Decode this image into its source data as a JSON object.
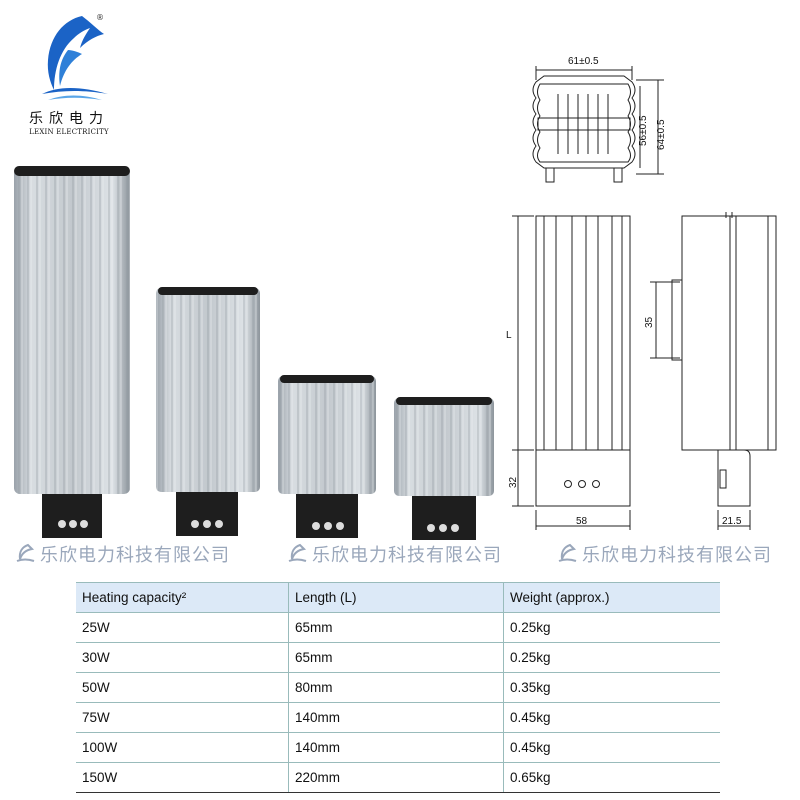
{
  "brand": {
    "name_cn": "乐欣电力",
    "name_en": "LEXIN ELECTRICITY",
    "registered": "®",
    "logo_colors": {
      "primary": "#1b63c6",
      "light": "#5aa6e8"
    }
  },
  "watermark": {
    "text": "乐欣电力科技有限公司",
    "repeats": 3
  },
  "drawing_labels": {
    "width_top": "61±0.5",
    "inner_height": "56±0.5",
    "outer_height": "64±0.5",
    "length": "L",
    "rail": "35",
    "base_height": "32",
    "base_width": "58",
    "side_depth": "21.5"
  },
  "table": {
    "headers": [
      "Heating capacity²",
      "Length (L)",
      "Weight (approx.)"
    ],
    "rows": [
      [
        "25W",
        "65mm",
        "0.25kg"
      ],
      [
        "30W",
        "65mm",
        "0.25kg"
      ],
      [
        "50W",
        "80mm",
        "0.35kg"
      ],
      [
        "75W",
        "140mm",
        "0.45kg"
      ],
      [
        "100W",
        "140mm",
        "0.45kg"
      ],
      [
        "150W",
        "220mm",
        "0.65kg"
      ]
    ]
  },
  "colors": {
    "header_bg": "#dce9f7",
    "watermark": "#9aa7bb",
    "block": "#1e1e1e"
  }
}
